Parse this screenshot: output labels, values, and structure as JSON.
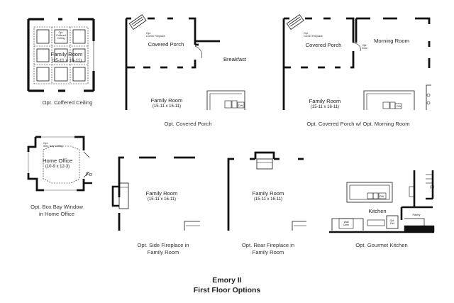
{
  "title": {
    "line1": "Emory II",
    "line2": "First Floor Options"
  },
  "options": [
    {
      "id": "coffered",
      "caption": "Opt. Coffered Ceiling",
      "rooms": [
        {
          "name": "Family Room",
          "size": "(15-11 x 16-11)"
        }
      ],
      "notes": [
        "Opt.",
        "Coffered",
        "Ceiling"
      ]
    },
    {
      "id": "porch",
      "caption": "Opt. Covered Porch",
      "rooms": [
        {
          "name": "Covered Porch"
        },
        {
          "name": "Breakfast"
        },
        {
          "name": "Family Room",
          "size": "(15-11 x 16-11)"
        }
      ],
      "notes": [
        "Opt.",
        "Corner Fireplace",
        "DW"
      ]
    },
    {
      "id": "porch_morning",
      "caption": "Opt. Covered Porch w/ Opt. Morning Room",
      "rooms": [
        {
          "name": "Covered Porch"
        },
        {
          "name": "Morning Room"
        },
        {
          "name": "Family Room",
          "size": "(15-11 x 16-11)"
        }
      ],
      "notes": [
        "Opt.",
        "Corner Fireplace",
        "Opt.",
        "Door",
        "DW"
      ]
    },
    {
      "id": "box_bay",
      "caption_lines": [
        "Opt. Box Bay Window",
        "in Home Office"
      ],
      "rooms": [
        {
          "name": "Home Office",
          "size": "(10-9 x 12-3)"
        },
        {
          "name": "Fo"
        }
      ],
      "notes": [
        "Opt.",
        "Step Tray Ceiling"
      ]
    },
    {
      "id": "side_fireplace",
      "caption_lines": [
        "Opt. Side Fireplace in",
        "Family Room"
      ],
      "rooms": [
        {
          "name": "Family Room",
          "size": "(15-11 x 16-11)"
        }
      ]
    },
    {
      "id": "rear_fireplace",
      "caption_lines": [
        "Opt. Rear Fireplace in",
        "Family Room"
      ],
      "rooms": [
        {
          "name": "Family Room",
          "size": "(15-11 x 16-11)"
        }
      ]
    },
    {
      "id": "gourmet",
      "caption": "Opt. Gourmet Kitchen",
      "rooms": [
        {
          "name": "Kitchen"
        },
        {
          "name": "Pantry"
        }
      ],
      "notes": [
        "DW",
        "Wall",
        "Oven",
        "Opt.",
        "Ref",
        "(1)"
      ]
    }
  ]
}
